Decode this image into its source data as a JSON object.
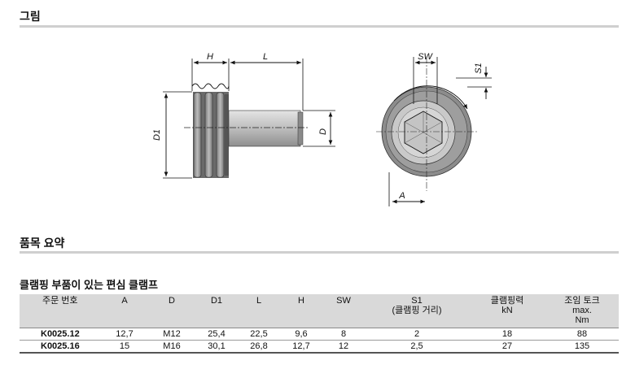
{
  "sections": {
    "figure_title": "그림",
    "summary_title": "품목 요약"
  },
  "product_title": "클램핑 부품이 있는 편심 클램프",
  "drawing_labels": {
    "H": "H",
    "L": "L",
    "D1": "D1",
    "D": "D",
    "SW": "SW",
    "S1": "S1",
    "A": "A"
  },
  "table": {
    "headers": [
      {
        "main": "주문 번호"
      },
      {
        "main": "A"
      },
      {
        "main": "D"
      },
      {
        "main": "D1"
      },
      {
        "main": "L"
      },
      {
        "main": "H"
      },
      {
        "main": "SW"
      },
      {
        "main": "S1",
        "sub": "(클램핑 거리)"
      },
      {
        "main": "클램핑력",
        "sub": "kN"
      },
      {
        "main": "조임 토크",
        "sub": "max.",
        "sub2": "Nm"
      }
    ],
    "rows": [
      [
        "K0025.12",
        "12,7",
        "M12",
        "25,4",
        "22,5",
        "9,6",
        "8",
        "2",
        "18",
        "88"
      ],
      [
        "K0025.16",
        "15",
        "M16",
        "30,1",
        "26,8",
        "12,7",
        "12",
        "2,5",
        "27",
        "135"
      ]
    ]
  }
}
